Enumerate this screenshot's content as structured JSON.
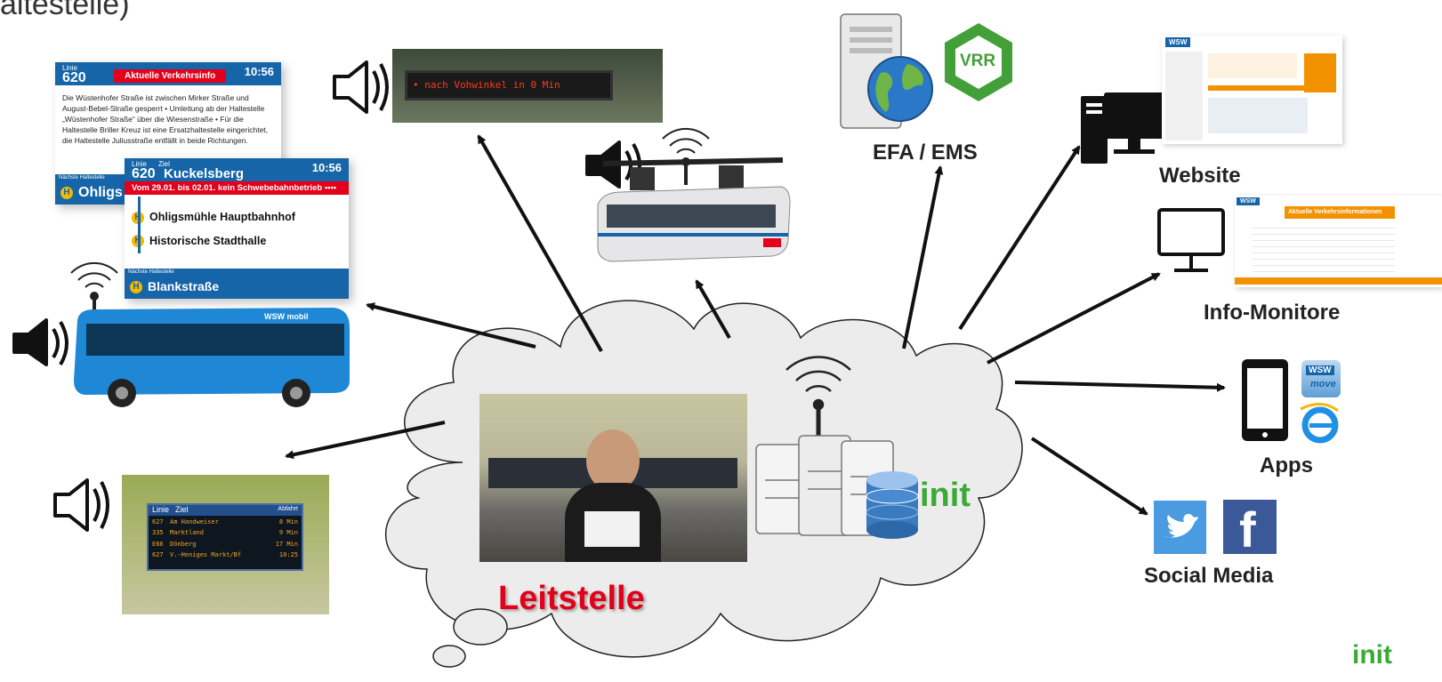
{
  "header_fragment": "altestelle)",
  "screen_traffic": {
    "line_small": "Linie",
    "line": "620",
    "badge": "Aktuelle Verkehrsinfo",
    "time": "10:56",
    "body": "Die Wüstenhofer Straße ist zwischen Mirker Straße und August-Bebel-Straße gesperrt • Umleitung ab der Haltestelle „Wüstenhofer Straße“ über die Wiesenstraße • Für die Haltestelle Briller Kreuz ist eine Ersatzhaltestelle eingerichtet, die Haltestelle Juliusstraße entfällt in beide Richtungen.",
    "next_stop_label": "Nächste Haltestelle",
    "next_stop": "Ohligs"
  },
  "screen_route": {
    "line_small": "Linie",
    "dest_small": "Ziel",
    "line": "620",
    "destination": "Kuckelsberg",
    "time": "10:56",
    "banner": "Vom 29.01. bis 02.01. kein Schwebebahnbetrieb ••••",
    "stops": [
      "Ohligsmühle Hauptbahnhof",
      "Historische Stadthalle"
    ],
    "next_stop_label": "Nächste Haltestelle",
    "next_stop": "Blankstraße"
  },
  "led_display": {
    "text": "• nach Vohwinkel in  0 Min"
  },
  "bus": {
    "label": "WSW mobil"
  },
  "stop_board": {
    "headers": [
      "Linie",
      "Ziel",
      "Abfahrt"
    ],
    "rows": [
      [
        "627",
        "Am Handweiser",
        "8 Min"
      ],
      [
        "335",
        "Marktland",
        "9 Min"
      ],
      [
        "E66",
        "Dönberg",
        "17 Min"
      ],
      [
        "627",
        "V.-Heniges Markt/Bf",
        "10:25"
      ]
    ]
  },
  "center": {
    "label": "Leitstelle",
    "logo": "init"
  },
  "efa": {
    "label": "EFA / EMS",
    "vrr_logo": "VRR"
  },
  "website": {
    "label": "Website",
    "logo": "WSW"
  },
  "info_monitor": {
    "label": "Info-Monitore",
    "title": "Aktuelle Verkehrsinformationen",
    "logo": "WSW"
  },
  "apps": {
    "label": "Apps",
    "app_logo_top": "WSW",
    "app_logo_bottom": "move"
  },
  "social": {
    "label": "Social Media",
    "fb": "f"
  },
  "footer_logo": "init",
  "colors": {
    "accent_red": "#e2001a",
    "wsw_blue": "#1565a8",
    "init_green": "#3aaa35",
    "vrr_green": "#43a038"
  }
}
